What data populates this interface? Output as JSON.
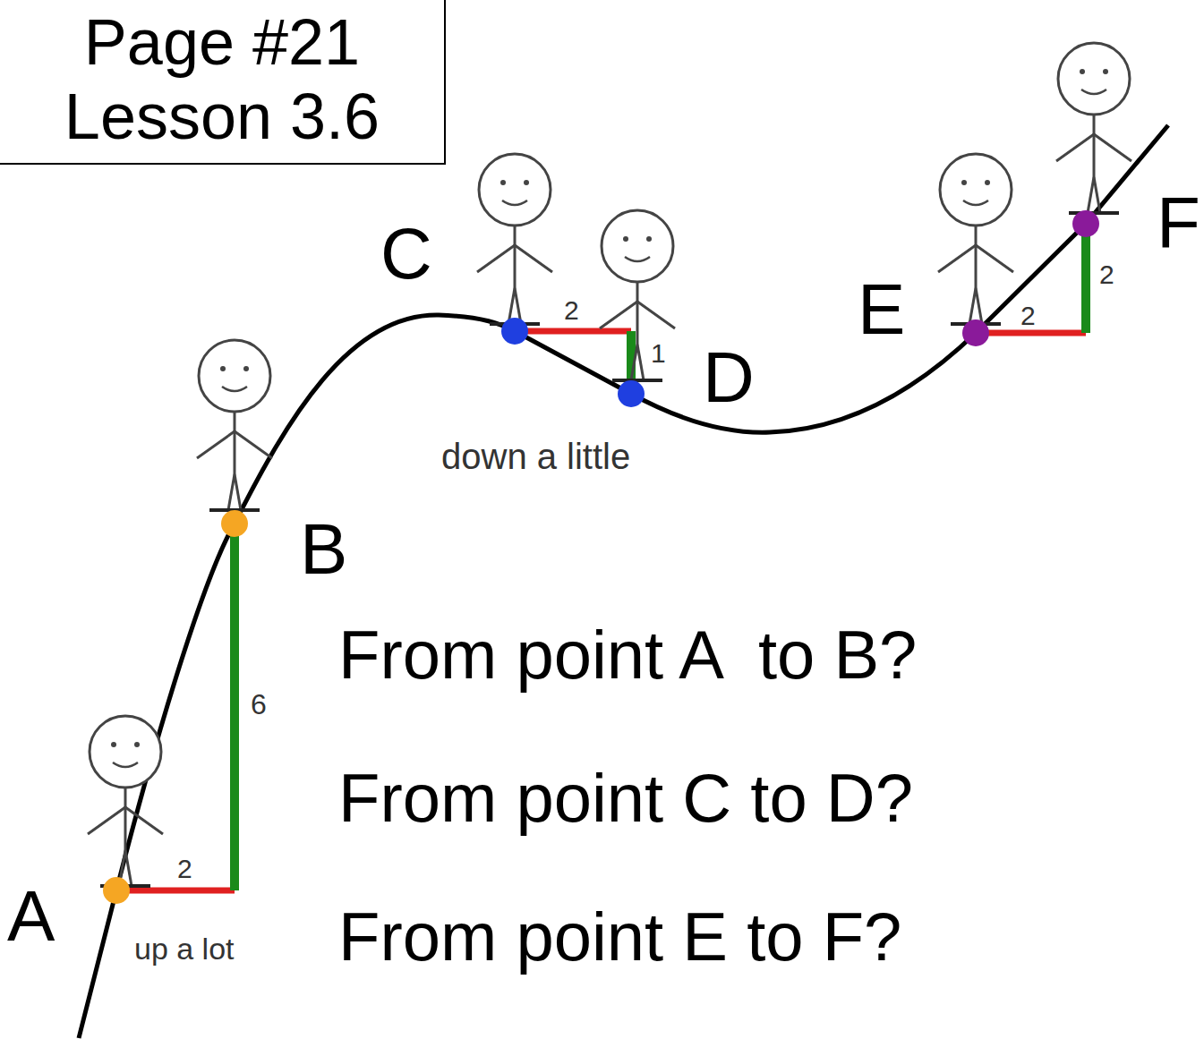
{
  "diagram": {
    "nodes": [
      {
        "text": [
          "Page #21 Lesson 3.6"
        ]
      }
    ],
    "labels": [
      "C",
      "D",
      "E",
      "F",
      "B",
      "A",
      "2",
      "6",
      "2",
      "1",
      "2",
      "2",
      "down a little",
      "up a lot",
      "From point A  to B?",
      "From point C to D?",
      "From point E to F?"
    ]
  }
}
